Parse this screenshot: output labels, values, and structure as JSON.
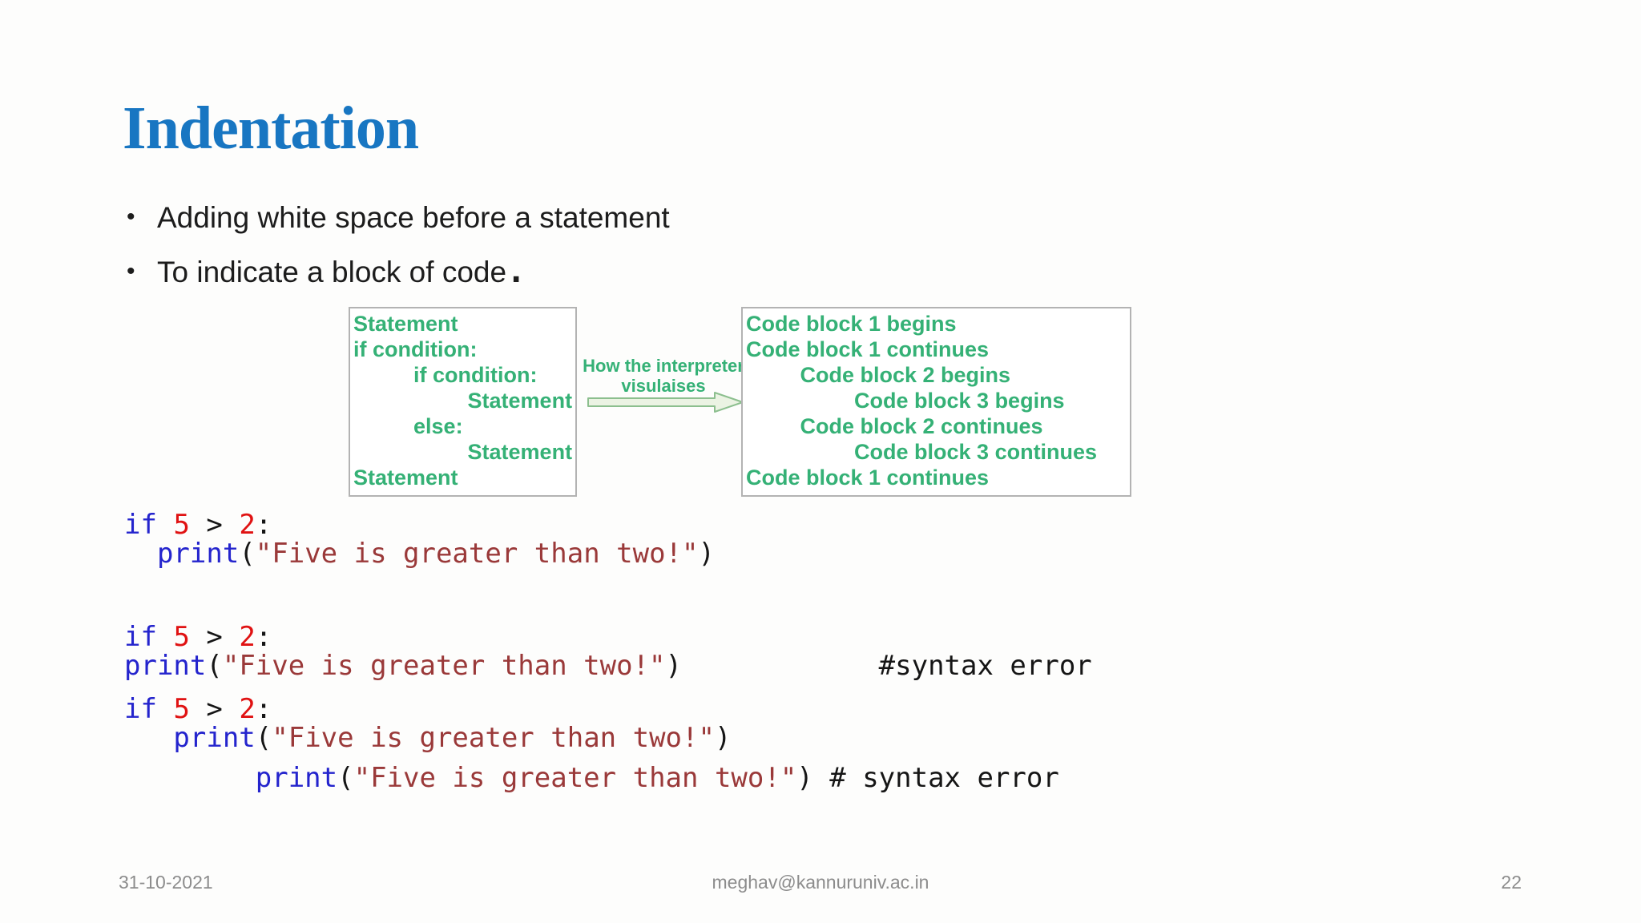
{
  "slide": {
    "title": "Indentation",
    "bullet_char": "•",
    "bullets": [
      {
        "text": "Adding white space before a statement",
        "terminal": ""
      },
      {
        "text": "To indicate a block of code",
        "terminal": "."
      }
    ]
  },
  "diagram": {
    "before_box": {
      "lines": [
        "Statement",
        "if condition:",
        "          if condition:",
        "                   Statement",
        "          else:",
        "                   Statement",
        "Statement"
      ]
    },
    "arrow": {
      "label_line1": "How the interpreter",
      "label_line2": "visulaises"
    },
    "after_box": {
      "lines": [
        "Code block 1 begins",
        "Code block 1 continues",
        "         Code block 2 begins",
        "                  Code block 3 begins",
        "         Code block 2 continues",
        "                  Code block 3 continues",
        "Code block 1 continues"
      ]
    }
  },
  "code": {
    "block1": {
      "l1": {
        "kw": "if",
        "sp": " ",
        "n1": "5",
        "op": " > ",
        "n2": "2",
        "colon": ":"
      },
      "l2": {
        "indent": "  ",
        "kw": "print",
        "open": "(",
        "str": "\"Five is greater than two!\"",
        "close": ")"
      }
    },
    "block2": {
      "l1": {
        "kw": "if",
        "sp": " ",
        "n1": "5",
        "op": " > ",
        "n2": "2",
        "colon": ":"
      },
      "l2": {
        "kw": "print",
        "open": "(",
        "str": "\"Five is greater than two!\"",
        "close": ")",
        "gap": "            ",
        "comment": "#syntax error"
      }
    },
    "block3": {
      "l1": {
        "kw": "if",
        "sp": " ",
        "n1": "5",
        "op": " > ",
        "n2": "2",
        "colon": ":"
      },
      "l2": {
        "indent": "   ",
        "kw": "print",
        "open": "(",
        "str": "\"Five is greater than two!\"",
        "close": ")"
      },
      "l3": {
        "indent": "        ",
        "kw": "print",
        "open": "(",
        "str": "\"Five is greater than two!\"",
        "close": ")",
        "comment": " # syntax error"
      }
    }
  },
  "footer": {
    "date": "31-10-2021",
    "email": "meghav@kannuruniv.ac.in",
    "page_number": "22"
  },
  "colors": {
    "title_blue": "#1876c2",
    "diagram_green": "#35b176",
    "keyword_blue": "#2424cd",
    "number_red": "#e01212",
    "string_red": "#9a3939",
    "code_black": "#151515",
    "footer_gray": "#8c8c8c"
  }
}
